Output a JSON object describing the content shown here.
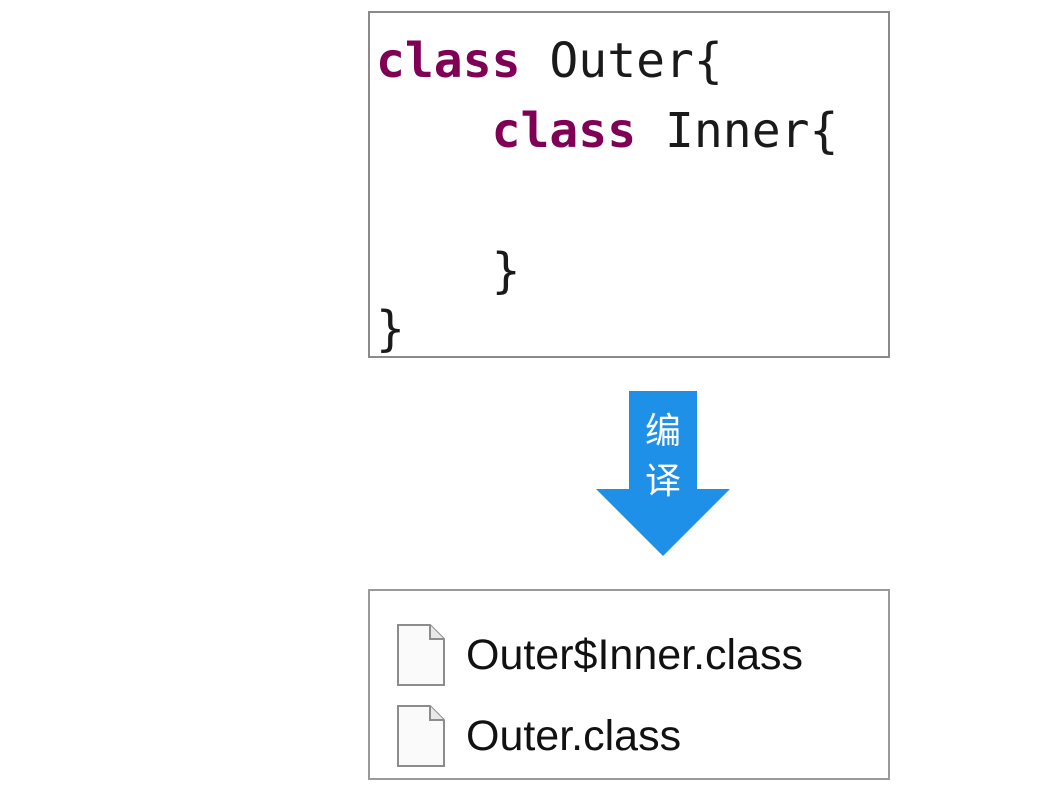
{
  "code": {
    "lines": [
      {
        "keyword": "class",
        "text": " Outer{",
        "indent": ""
      },
      {
        "keyword": "class",
        "text": " Inner{",
        "indent": "    "
      },
      {
        "keyword": "",
        "text": "",
        "indent": ""
      },
      {
        "keyword": "",
        "text": "}",
        "indent": "    "
      },
      {
        "keyword": "",
        "text": "}",
        "indent": ""
      }
    ],
    "keyword_color": "#7f0055"
  },
  "arrow": {
    "label_line1": "编",
    "label_line2": "译",
    "color": "#1e90e8"
  },
  "files": [
    {
      "name": "Outer$Inner.class",
      "icon": "file-icon"
    },
    {
      "name": "Outer.class",
      "icon": "file-icon"
    }
  ]
}
